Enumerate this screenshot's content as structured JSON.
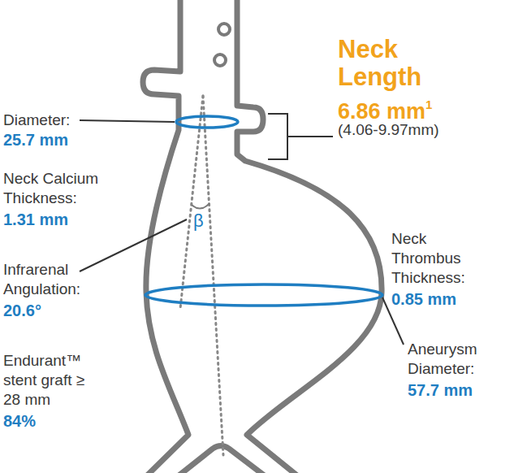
{
  "diagram": {
    "labels": [
      "Diameter:",
      "25.7 mm",
      "Neck Calcium Thickness:",
      "1.31 mm",
      "Infrarenal Angulation:",
      "20.6°",
      "Endurant™ stent graft ≥ 28 mm",
      "84%",
      "β",
      "Neck Length",
      "6.86 mm",
      "1",
      "(4.06-9.97mm)",
      "Neck Thrombus Thickness:",
      "0.85 mm",
      "Aneurysm Diameter:",
      "57.7 mm"
    ]
  }
}
